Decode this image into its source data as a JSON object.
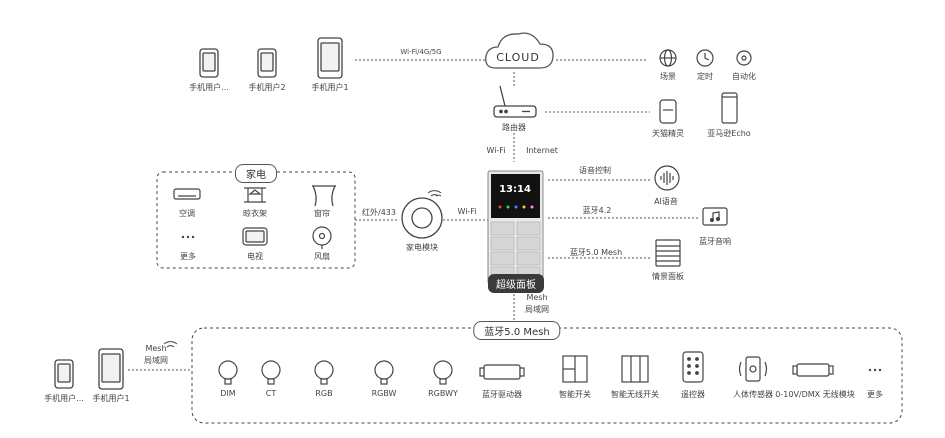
{
  "colors": {
    "line": "#555555",
    "dark": "#3a3a3a",
    "accent_blue": "#1e7bd6"
  },
  "cloud": {
    "label": "CLOUD",
    "link_label": "Wi-Fi/4G/5G"
  },
  "phones_top": [
    {
      "label": "手机用户..."
    },
    {
      "label": "手机用户2"
    },
    {
      "label": "手机用户1"
    }
  ],
  "cloud_services": [
    {
      "label": "场景",
      "icon": "globe-icon"
    },
    {
      "label": "定时",
      "icon": "clock-icon"
    },
    {
      "label": "自动化",
      "icon": "automation-icon"
    }
  ],
  "router": {
    "label": "路由器",
    "wifi_label": "Wi-Fi",
    "internet_label": "Internet"
  },
  "speakers": [
    {
      "label": "天猫精灵",
      "icon": "tmall-genie-icon"
    },
    {
      "label": "亚马逊Echo",
      "icon": "amazon-echo-icon"
    }
  ],
  "appliances": {
    "title": "家电",
    "items": [
      {
        "label": "空调",
        "icon": "air-conditioner-icon"
      },
      {
        "label": "晾衣架",
        "icon": "drying-rack-icon"
      },
      {
        "label": "窗帘",
        "icon": "curtain-icon"
      },
      {
        "label": "更多",
        "icon": "more-icon"
      },
      {
        "label": "电视",
        "icon": "tv-icon"
      },
      {
        "label": "风扇",
        "icon": "fan-icon"
      }
    ]
  },
  "appliance_module": {
    "label": "家电模块",
    "ir_label": "红外/433",
    "wifi_label": "Wi-Fi"
  },
  "panel": {
    "label": "超级面板",
    "time": "13:14"
  },
  "right_links": [
    {
      "link_label": "语音控制",
      "label": "AI语音",
      "icon": "ai-voice-icon"
    },
    {
      "link_label": "蓝牙4.2",
      "label": "蓝牙音响",
      "icon": "bluetooth-speaker-icon"
    },
    {
      "link_label": "蓝牙5.0 Mesh",
      "label": "情景面板",
      "icon": "scene-panel-icon"
    }
  ],
  "mesh": {
    "link_label": "Mesh",
    "sub_label": "局域网",
    "network_label": "蓝牙5.0 Mesh"
  },
  "phones_bottom": [
    {
      "label": "手机用户..."
    },
    {
      "label": "手机用户1"
    }
  ],
  "mesh_bottom": {
    "label": "Mesh",
    "sub_label": "局域网"
  },
  "mesh_devices": [
    {
      "label": "DIM",
      "icon": "bulb-icon"
    },
    {
      "label": "CT",
      "icon": "bulb-icon"
    },
    {
      "label": "RGB",
      "icon": "bulb-icon"
    },
    {
      "label": "RGBW",
      "icon": "bulb-icon"
    },
    {
      "label": "RGBWY",
      "icon": "bulb-icon"
    },
    {
      "label": "蓝牙驱动器",
      "icon": "driver-icon"
    },
    {
      "label": "智能开关",
      "icon": "switch-icon"
    },
    {
      "label": "智能无线开关",
      "icon": "wireless-switch-icon"
    },
    {
      "label": "遥控器",
      "icon": "remote-icon"
    },
    {
      "label": "人体传感器",
      "icon": "motion-sensor-icon"
    },
    {
      "label": "0-10V/DMX 无线模块",
      "icon": "module-icon"
    },
    {
      "label": "更多",
      "icon": "more-icon"
    }
  ]
}
